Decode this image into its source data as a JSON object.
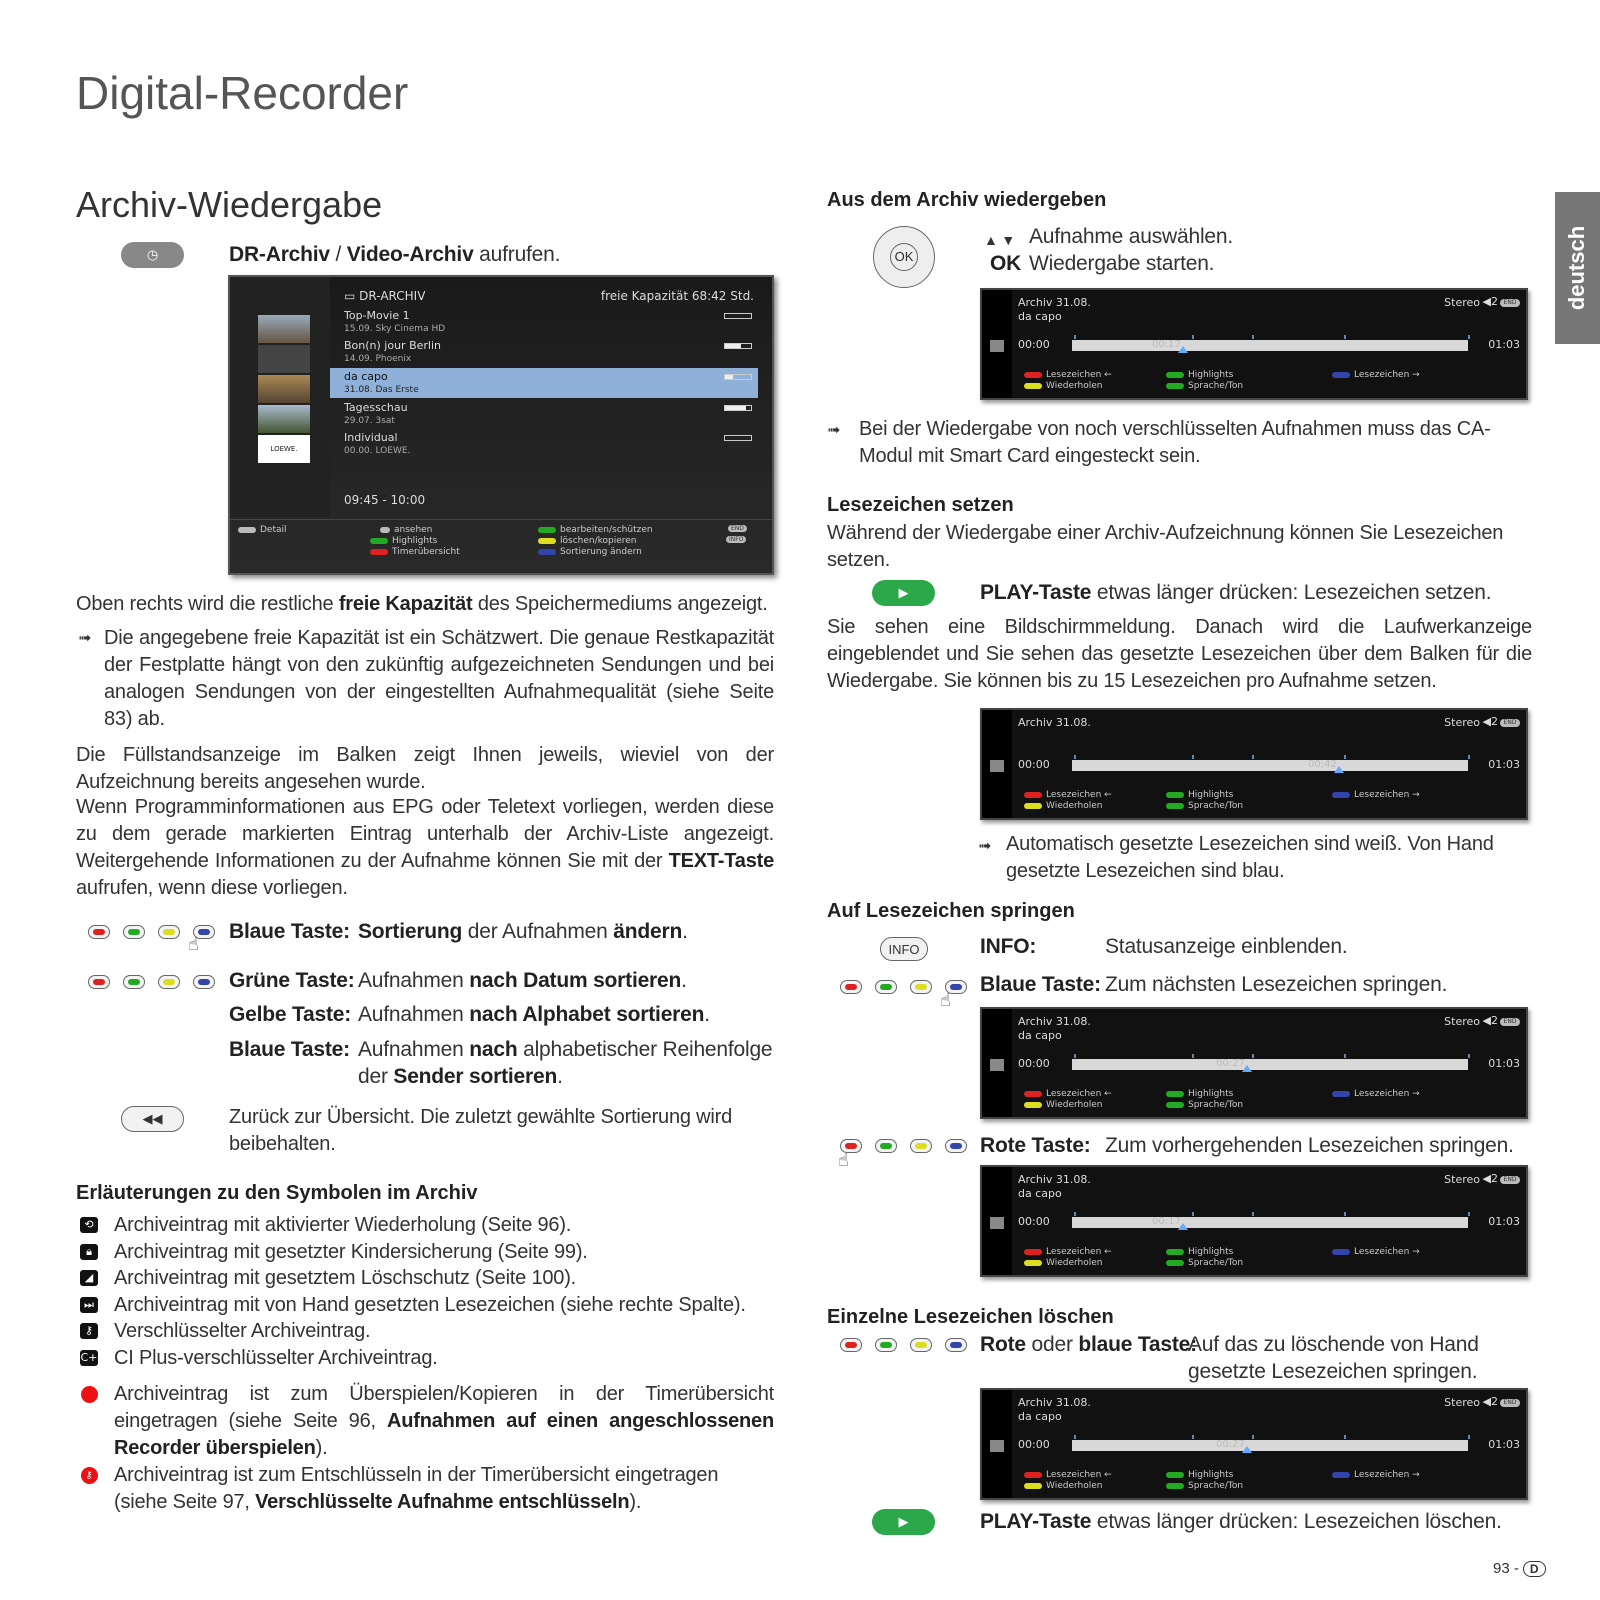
{
  "page": {
    "title": "Digital-Recorder",
    "section_title": "Archiv-Wiedergabe",
    "side_tab": "deutsch",
    "page_number": "93 -",
    "page_badge": "D"
  },
  "left": {
    "intro": {
      "pre": "",
      "b1": "DR-Archiv",
      "mid": " / ",
      "b2": "Video-Archiv",
      "post": " aufrufen."
    },
    "archive_screen": {
      "header": "DR-ARCHIV",
      "capacity": "freie Kapazität 68:42 Std.",
      "time": "09:45 - 10:00",
      "rows": [
        {
          "name": "Top-Movie 1",
          "date": "15.09.   Sky Cinema HD",
          "fill": 0
        },
        {
          "name": "Bon(n) jour Berlin",
          "date": "14.09.   Phoenix",
          "fill": 0.6
        },
        {
          "name": "da capo",
          "date": "31.08.   Das Erste",
          "fill": 0.3
        },
        {
          "name": "Tagesschau",
          "date": "29.07.   3sat",
          "fill": 0.8
        },
        {
          "name": "Individual",
          "date": "00.00.   LOEWE.",
          "fill": 0
        }
      ],
      "thumb_label": "LOEWE.",
      "footer": {
        "detail_key": "TEXT",
        "detail": "Detail",
        "ok": "ansehen",
        "highlights": "Highlights",
        "timer": "Timerübersicht",
        "edit": "bearbeiten/schützen",
        "delete": "löschen/kopieren",
        "sort": "Sortierung ändern",
        "end_key": "END",
        "info_key": "INFO"
      }
    },
    "capacity_text": {
      "pre": "Oben rechts wird die restliche ",
      "b": "freie Kapazität",
      "post": " des Speichermediums angezeigt."
    },
    "estimate_note": "Die angegebene freie Kapazität ist ein Schätzwert. Die genaue Restkapazität der Festplatte hängt von den zukünftig aufgezeichneten Sendungen und bei analogen Sendungen von der eingestellten Aufnahmequalität (siehe Seite 83) ab.",
    "fill_text": "Die Füllstandsanzeige im Balken zeigt Ihnen jeweils, wieviel von der Aufzeichnung bereits angesehen wurde.",
    "epg_text": {
      "pre": "Wenn Programminformationen aus EPG oder Teletext vorliegen, werden diese zu dem gerade markierten Eintrag unterhalb der Archiv-Liste angezeigt. Weitergehende Informationen zu der Aufnahme können Sie mit der ",
      "b": "TEXT-Taste",
      "post": " aufrufen, wenn diese vorliegen."
    },
    "blue1": {
      "key": "Blaue Taste:",
      "b1": "Sortierung",
      "mid": " der Aufnahmen ",
      "b2": "ändern",
      "post": "."
    },
    "green": {
      "key": "Grüne Taste:",
      "pre": "Aufnahmen ",
      "b": "nach Datum sortieren",
      "post": "."
    },
    "yellow": {
      "key": "Gelbe Taste:",
      "pre": "Aufnahmen ",
      "b": "nach Alphabet sortieren",
      "post": "."
    },
    "blue2": {
      "key": "Blaue Taste:",
      "pre": "Aufnahmen ",
      "b1": "nach",
      "mid": " alphabetischer Reihenfolge der ",
      "b2": "Sender sortieren",
      "post": "."
    },
    "back_text": "Zurück zur Übersicht. Die zuletzt gewählte Sortierung wird beibehalten.",
    "symbols_title": "Erläuterungen zu den Symbolen im Archiv",
    "symbols": [
      {
        "icon": "repeat-icon",
        "text": "Archiveintrag mit aktivierter Wiederholung (Seite 96)."
      },
      {
        "icon": "lock-icon",
        "text": "Archiveintrag mit gesetzter Kindersicherung (Seite 99)."
      },
      {
        "icon": "delete-protect-icon",
        "text": "Archiveintrag mit gesetztem Löschschutz (Seite 100)."
      },
      {
        "icon": "bookmark-icon",
        "text": "Archiveintrag mit von Hand gesetzten Lesezeichen (siehe rechte Spalte)."
      },
      {
        "icon": "key-icon",
        "text": "Verschlüsselter Archiveintrag."
      },
      {
        "icon": "ci-plus-icon",
        "text": "CI Plus-verschlüsselter Archiveintrag."
      }
    ],
    "sym_record": {
      "pre": "Archiveintrag ist zum Überspielen/Kopieren in der Timerübersicht eingetragen (siehe Seite 96, ",
      "b": "Aufnahmen auf einen angeschlossenen Recorder überspielen",
      "post": ")."
    },
    "sym_decrypt": {
      "pre": "Archiveintrag ist zum Entschlüsseln in der Timerübersicht eingetragen (siehe Seite 97, ",
      "b": "Verschlüsselte Aufnahme entschlüsseln",
      "post": ")."
    }
  },
  "right": {
    "play_title": "Aus dem Archiv wiedergeben",
    "select": "Aufnahme auswählen.",
    "ok_key": "OK",
    "ok_text": "Wiedergabe starten.",
    "ca_note": "Bei der Wiedergabe von noch verschlüsselten Aufnahmen muss das CA-Modul mit Smart Card eingesteckt sein.",
    "bm_title": "Lesezeichen setzen",
    "bm_intro": "Während der Wiedergabe einer Archiv-Aufzeichnung können Sie Lesezeichen setzen.",
    "play_key": "PLAY-Taste",
    "play_set": " etwas länger drücken: Lesezeichen setzen.",
    "bm_text": "Sie sehen eine Bildschirmmeldung. Danach wird die Laufwerkanzeige eingeblendet und Sie sehen das gesetzte Lesezeichen über dem Balken für die Wiedergabe. Sie können bis zu 15 Lesezeichen pro Aufnahme setzen.",
    "auto_note": "Automatisch gesetzte Lesezeichen sind weiß. Von Hand gesetzte Lesezeichen sind blau.",
    "jump_title": "Auf Lesezeichen springen",
    "info_btn": "INFO",
    "info_key": "INFO:",
    "info_text": "Statusanzeige einblenden.",
    "blue_key": "Blaue Taste:",
    "blue_text": "Zum nächsten Lesezeichen springen.",
    "red_key": "Rote Taste:",
    "red_text": "Zum vorhergehenden Lesezeichen springen.",
    "del_title": "Einzelne Lesezeichen löschen",
    "del_b1": "Rote",
    "del_mid": " oder ",
    "del_b2": "blaue Taste:",
    "del_text": "Auf das zu löschende von Hand gesetzte Lesezeichen springen.",
    "play_delete": " etwas länger drücken: Lesezeichen löschen.",
    "ok_btn": "OK"
  },
  "tv_screens": [
    {
      "title": "Archiv 31.08.",
      "subtitle": "da capo",
      "audio": "Stereo",
      "volume": "2",
      "end_key": "END",
      "start": "00:00",
      "end": "01:03",
      "pos": "00:17",
      "progress": 0.27
    },
    {
      "title": "Archiv 31.08.",
      "subtitle": "",
      "audio": "Stereo",
      "volume": "2",
      "end_key": "END",
      "start": "00:00",
      "end": "01:03",
      "pos": "00:42",
      "progress": 0.66
    },
    {
      "title": "Archiv 31.08.",
      "subtitle": "da capo",
      "audio": "Stereo",
      "volume": "2",
      "end_key": "END",
      "start": "00:00",
      "end": "01:03",
      "pos": "00:27",
      "progress": 0.43
    },
    {
      "title": "Archiv 31.08.",
      "subtitle": "da capo",
      "audio": "Stereo",
      "volume": "2",
      "end_key": "END",
      "start": "00:00",
      "end": "01:03",
      "pos": "00:17",
      "progress": 0.27
    },
    {
      "title": "Archiv 31.08.",
      "subtitle": "da capo",
      "audio": "Stereo",
      "volume": "2",
      "end_key": "END",
      "start": "00:00",
      "end": "01:03",
      "pos": "00:27",
      "progress": 0.43
    }
  ],
  "tv_legend": {
    "red": "Lesezeichen ←",
    "yellow": "Wiederholen",
    "green": "Highlights",
    "green2": "Sprache/Ton",
    "blue": "Lesezeichen →"
  },
  "colors": {
    "red": "#dd2222",
    "green": "#22aa44",
    "yellow": "#dddd22",
    "blue": "#3344aa",
    "highlight": "#8fb0d8"
  }
}
